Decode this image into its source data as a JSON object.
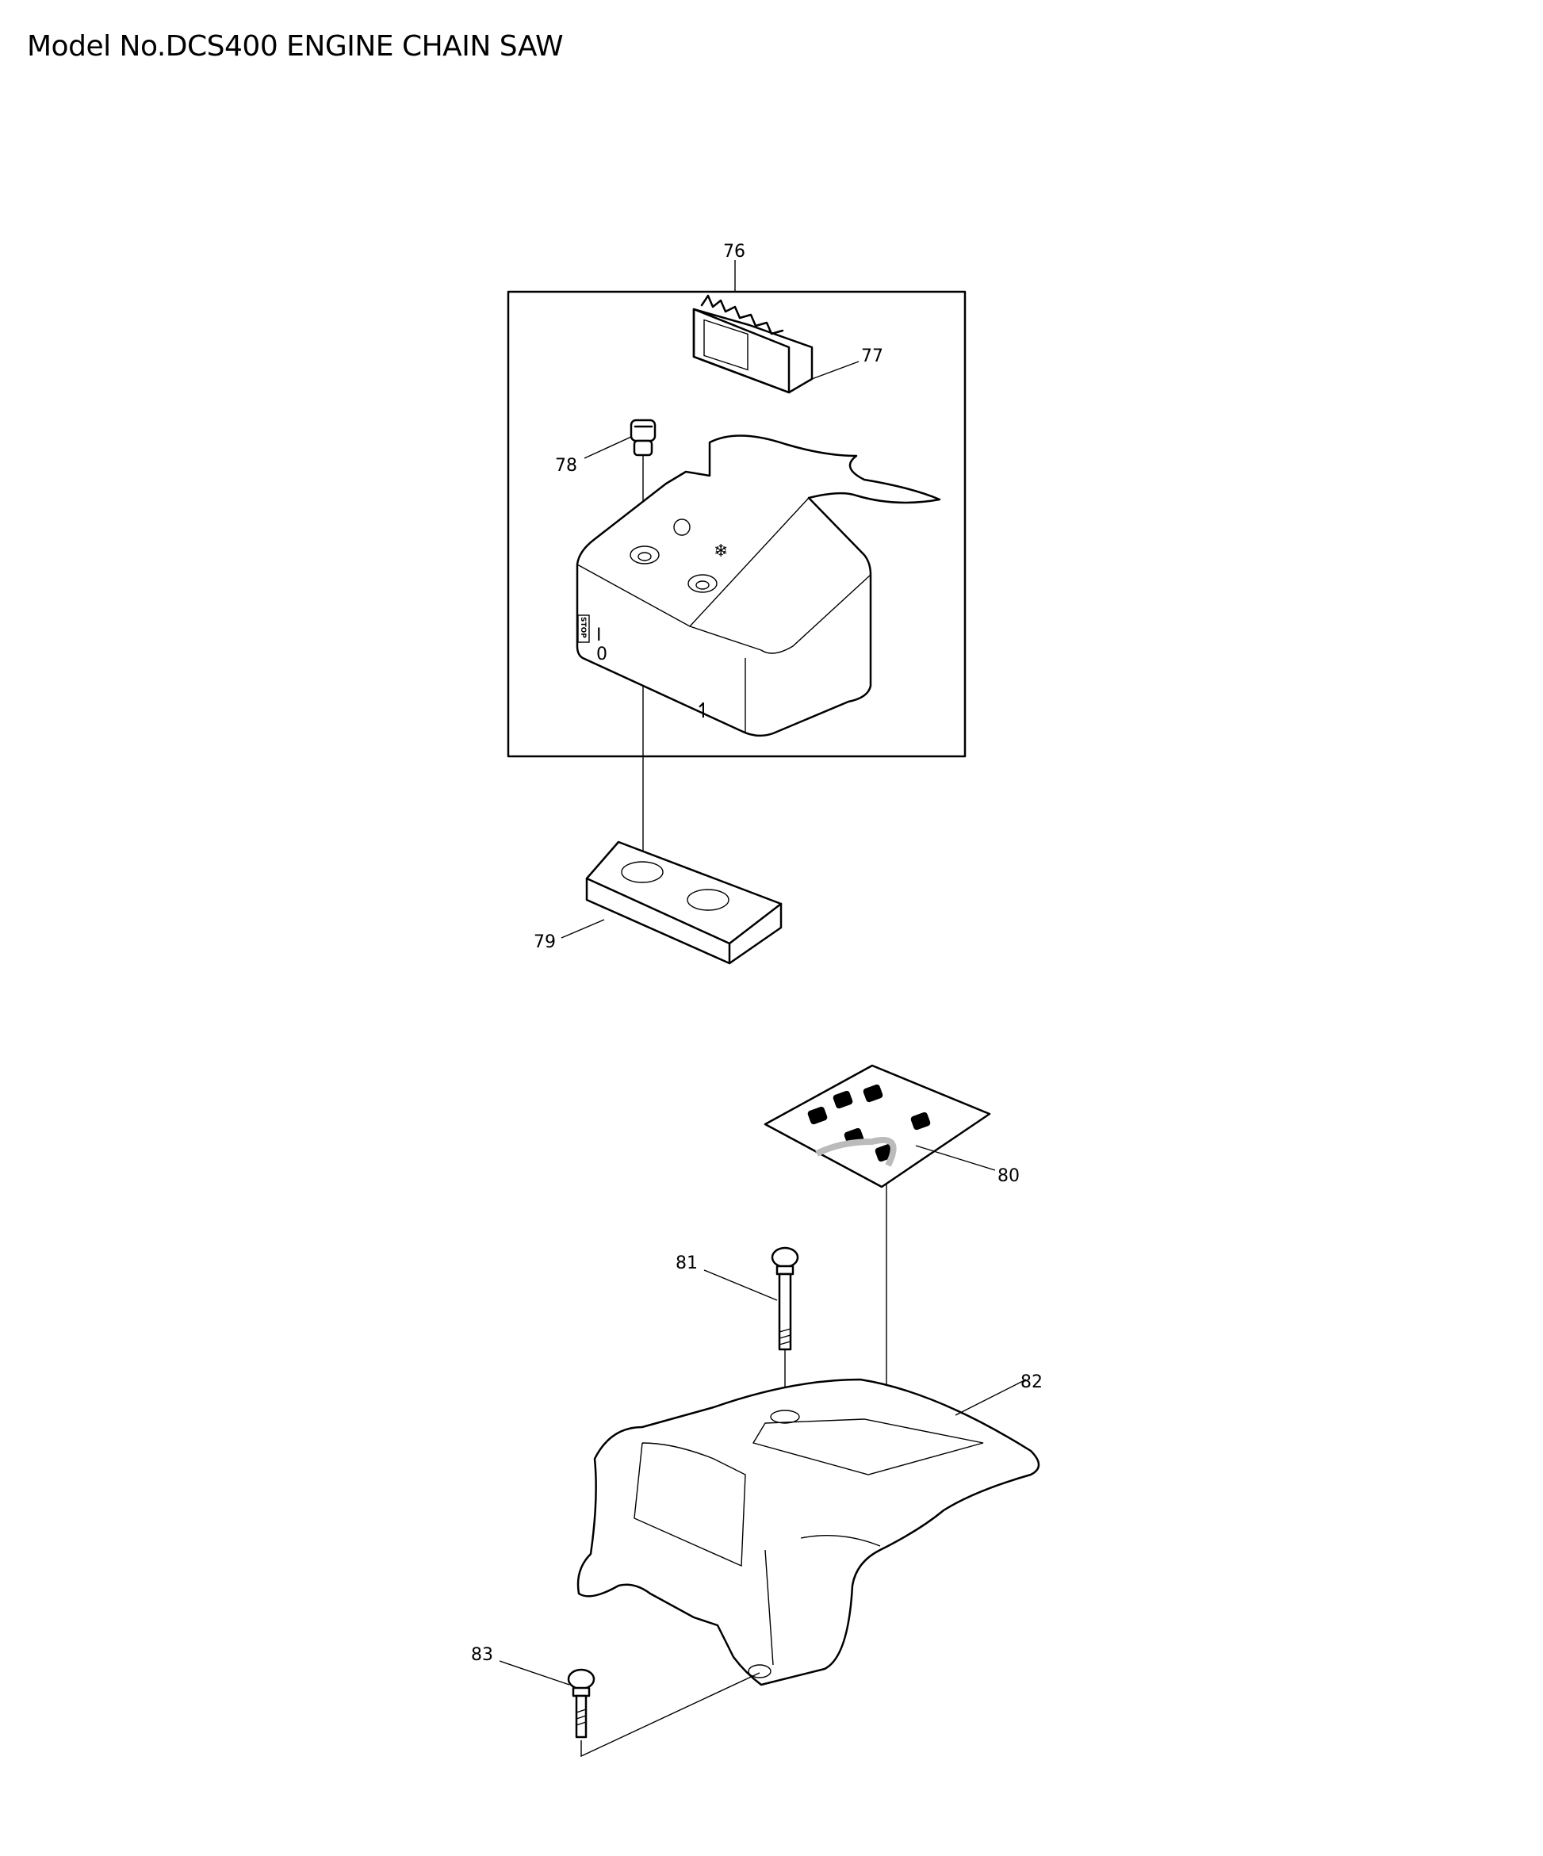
{
  "title": "Model No.DCS400 ENGINE CHAIN SAW",
  "parts": [
    {
      "number": "76"
    },
    {
      "number": "77"
    },
    {
      "number": "78"
    },
    {
      "number": "79"
    },
    {
      "number": "80"
    },
    {
      "number": "81"
    },
    {
      "number": "82"
    },
    {
      "number": "83"
    }
  ],
  "cover_markings": {
    "on": "I",
    "off": "0",
    "stop": "STOP"
  }
}
